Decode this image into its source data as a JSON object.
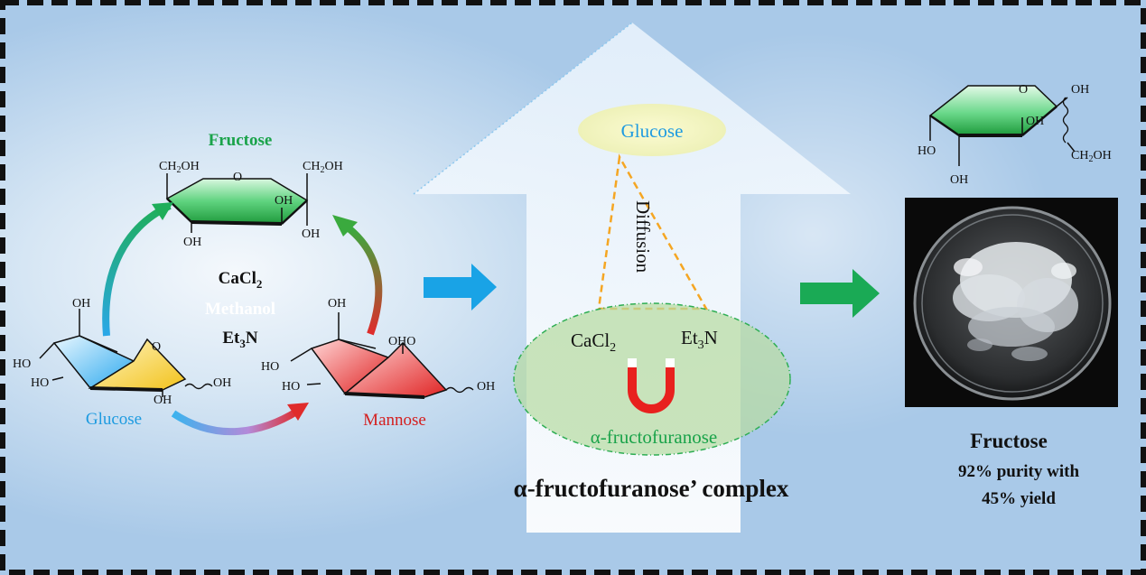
{
  "left": {
    "fructose_title": "Fructose",
    "glucose_label": "Glucose",
    "mannose_label": "Mannose",
    "reagents": {
      "cacl2_base": "CaCl",
      "cacl2_sub": "2",
      "methanol": "Methanol",
      "et3n_base": "Et",
      "et3n_sub": "3",
      "et3n_tail": "N"
    },
    "fructose_struct": {
      "ch2oh_left": "CH2OH",
      "ch2oh_right": "CH2OH",
      "o": "O",
      "oh_inner": "OH",
      "oh_right": "OH",
      "oh_bottom": "OH"
    },
    "glucose_struct": {
      "oh_top": "OH",
      "ho_left_top": "HO",
      "ho_left_bottom": "HO",
      "o": "O",
      "oh_bottom": "OH",
      "oh_anomeric": "OH"
    },
    "mannose_struct": {
      "oh_top": "OH",
      "oh_o": "OHO",
      "ho_left_top": "HO",
      "ho_left_bottom": "HO",
      "oh_anomeric": "OH"
    }
  },
  "middle": {
    "glucose_label": "Glucose",
    "diffusion_label": "Diffusion",
    "cacl2_base": "CaCl",
    "cacl2_sub": "2",
    "et3n_base": "Et",
    "et3n_sub": "3",
    "et3n_tail": "N",
    "fructofuranose_label": "α-fructofuranose",
    "complex_caption": "α-fructofuranose’ complex"
  },
  "right": {
    "pyranose_struct": {
      "o": "O",
      "oh_top": "OH",
      "oh_inner": "OH",
      "ho_left": "HO",
      "oh_bottom": "OH",
      "ch2oh": "CH2OH"
    },
    "result_title": "Fructose",
    "result_line1": "92% purity with",
    "result_line2": "45% yield"
  },
  "colors": {
    "fructose_green": "#1aa34a",
    "glucose_blue": "#1e9be0",
    "mannose_red": "#d42020",
    "arrow_blue": "#19a3e6",
    "arrow_green": "#1aaa55",
    "dash_orange": "#f5a623",
    "magnet_red": "#e8211e"
  }
}
